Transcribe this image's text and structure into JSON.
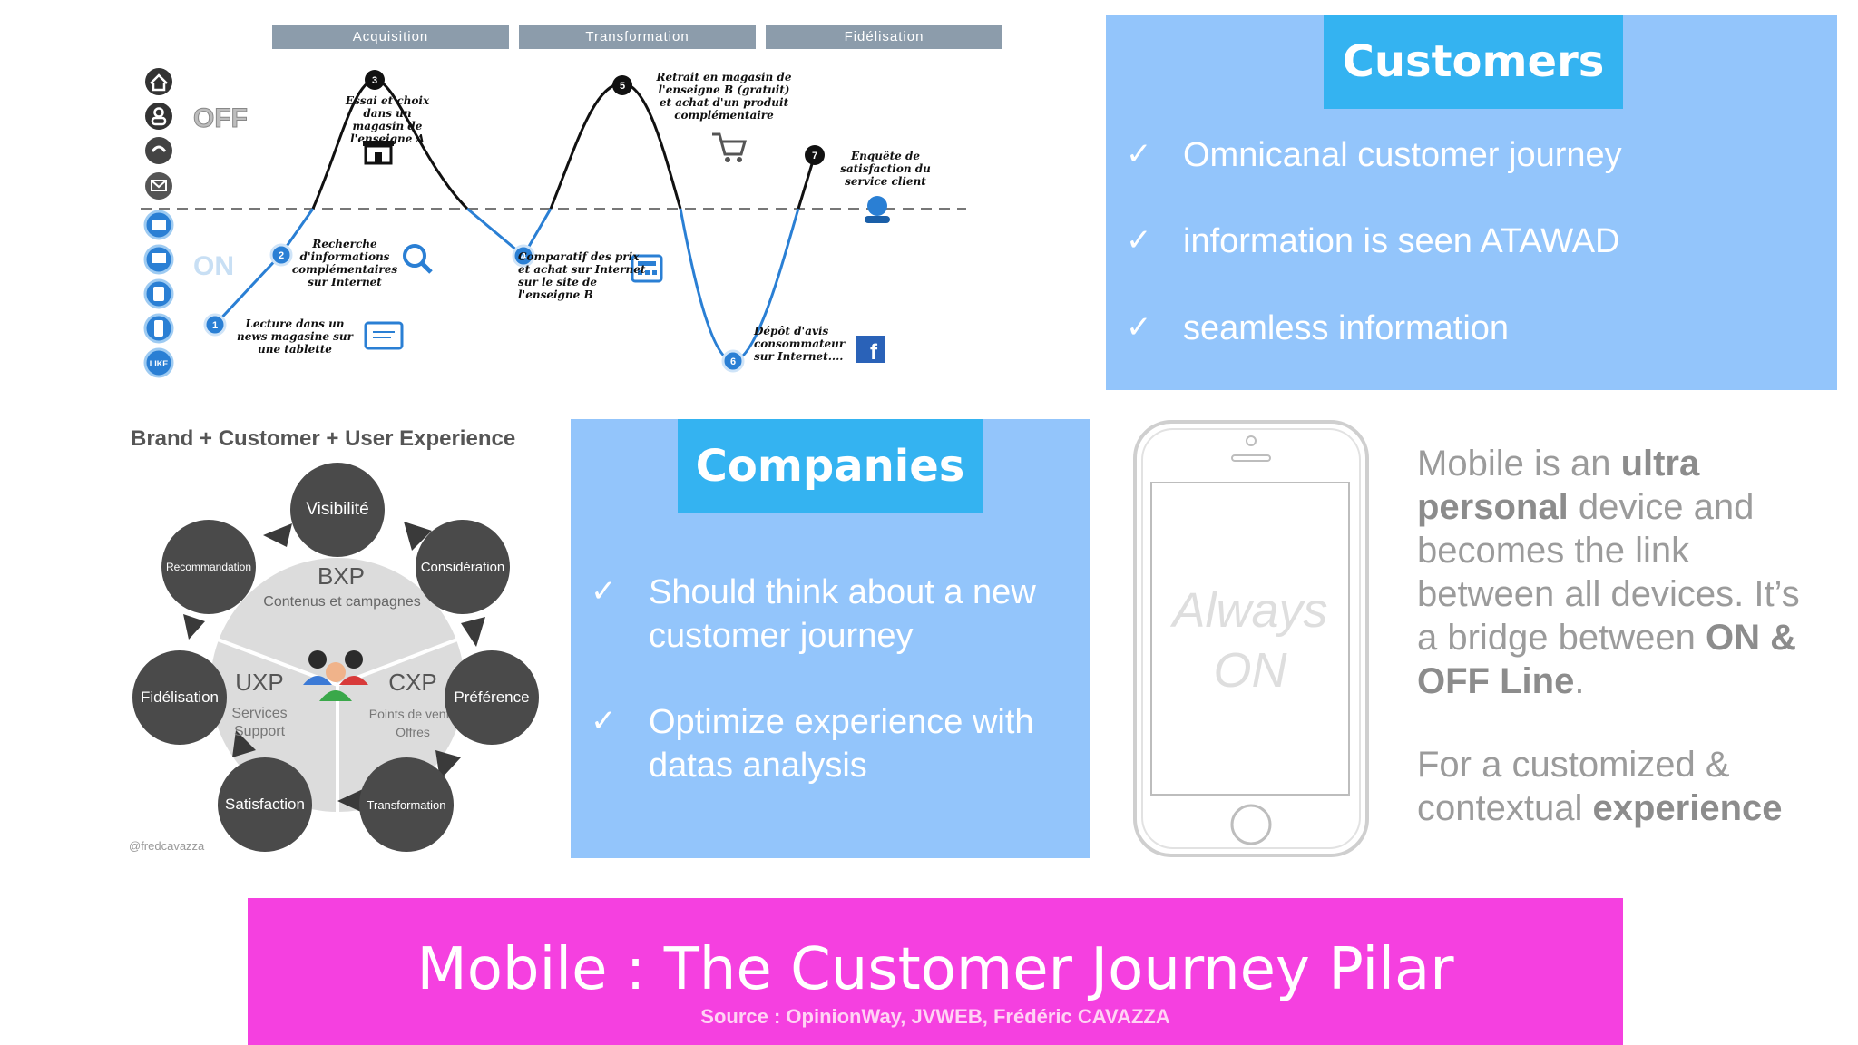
{
  "journey": {
    "phases": [
      "Acquisition",
      "Transformation",
      "Fidélisation"
    ],
    "off_label": "OFF",
    "on_label": "ON",
    "like_label": "LIKE",
    "steps": [
      {
        "num": "1",
        "text": "Lecture dans un news magasine sur une tablette"
      },
      {
        "num": "2",
        "text": "Recherche d'informations complémentaires sur Internet"
      },
      {
        "num": "3",
        "text": "Essai et choix dans un magasin de l'enseigne A"
      },
      {
        "num": "4",
        "text": "Comparatif des prix et achat sur Internet sur le site de l'enseigne B"
      },
      {
        "num": "5",
        "text": "Retrait en magasin de l'enseigne B (gratuit) et achat d'un produit complémentaire"
      },
      {
        "num": "6",
        "text": "Dépôt d'avis consommateur sur Internet...."
      },
      {
        "num": "7",
        "text": "Enquête de satisfaction du service client"
      }
    ]
  },
  "customers": {
    "title": "Customers",
    "check": "✓",
    "items": [
      "Omnicanal customer journey",
      "information is seen ATAWAD",
      "seamless information"
    ]
  },
  "wheel": {
    "title": "Brand + Customer + User Experience",
    "bxp": "BXP",
    "bxp_sub": "Contenus et campagnes",
    "uxp": "UXP",
    "uxp_sub1": "Services",
    "uxp_sub2": "Support",
    "cxp": "CXP",
    "cxp_sub1": "Points de vente",
    "cxp_sub2": "Offres",
    "nodes": [
      "Visibilité",
      "Considération",
      "Préférence",
      "Transformation",
      "Satisfaction",
      "Fidélisation",
      "Recommandation"
    ],
    "credit": "@fredcavazza"
  },
  "companies": {
    "title": "Companies",
    "check": "✓",
    "items": [
      "Should think about a new customer journey",
      "Optimize experience with datas analysis"
    ]
  },
  "phone": {
    "line1": "Always",
    "line2": "ON"
  },
  "mobile": {
    "p1_a": "Mobile is an ",
    "p1_b": "ultra personal",
    "p1_c": " device and becomes the link between all devices. It’s a bridge between ",
    "p1_d": "ON & OFF Line",
    "p1_e": ".",
    "p2_a": "For a customized & contextual ",
    "p2_b": "experience"
  },
  "banner": {
    "title": "Mobile : The Customer Journey Pilar",
    "source": "Source : OpinionWay, JVWEB, Frédéric CAVAZZA"
  },
  "colors": {
    "panel_blue": "#93c5fb",
    "title_blue": "#34b3f1",
    "banner_pink": "#f540e0",
    "journey_blue": "#2a7fd4"
  }
}
